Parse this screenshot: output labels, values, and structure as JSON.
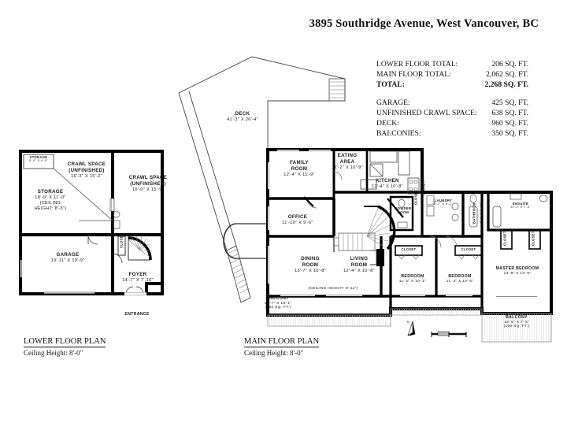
{
  "document": {
    "title": "3895 Southridge Avenue, West Vancouver, BC"
  },
  "area_summary": {
    "rows": [
      {
        "label": "LOWER FLOOR TOTAL:",
        "value": "206 SQ. FT.",
        "bold": false
      },
      {
        "label": "MAIN FLOOR TOTAL:",
        "value": "2,062 SQ. FT.",
        "bold": false
      },
      {
        "label": "TOTAL:",
        "value": "2,268 SQ. FT.",
        "bold": true
      },
      {
        "label": "GARAGE:",
        "value": "425 SQ. FT.",
        "bold": false
      },
      {
        "label": "UNFINISHED CRAWL SPACE:",
        "value": "638 SQ. FT.",
        "bold": false
      },
      {
        "label": "DECK:",
        "value": "960 SQ. FT.",
        "bold": false
      },
      {
        "label": "BALCONIES:",
        "value": "350 SQ. FT.",
        "bold": false
      }
    ]
  },
  "captions": {
    "lower": {
      "heading": "LOWER FLOOR PLAN",
      "sub": "Ceiling Height: 8'-0\""
    },
    "main": {
      "heading": "MAIN FLOOR PLAN",
      "sub": "Ceiling Height: 8'-0\""
    }
  },
  "lower_floor": {
    "rooms": [
      {
        "name": "STORAGE",
        "dim": "5'-0\" X 4'-0\""
      },
      {
        "name": "CRAWL SPACE",
        "sub": "(UNFINISHED)",
        "dim": "16'-3\" X 15'-2\""
      },
      {
        "name": "CRAWL SPACE",
        "sub": "(UNFINISHED)",
        "dim": "16'-0\" X 15'-9\""
      },
      {
        "name": "STORAGE",
        "dim": "18'-0\" X 11'-0\"",
        "note1": "(CEILING",
        "note2": "HEIGHT: 8'-3\")"
      },
      {
        "name": "GARAGE",
        "dim": "19'-11\" X 19'-9\""
      },
      {
        "name": "FOYER",
        "dim": "14'-7\" X 7'-10\""
      },
      {
        "name": "CLOSET",
        "dim": ""
      },
      {
        "name": "ENTRANCE",
        "dim": ""
      }
    ]
  },
  "main_floor": {
    "rooms": [
      {
        "name": "DECK",
        "dim": "41'-3\" X 26'-4\""
      },
      {
        "name": "FAMILY",
        "name2": "ROOM",
        "dim": "12'-4\" X 11'-9\""
      },
      {
        "name": "EATING",
        "name2": "AREA",
        "dim": "12'-2\" X 10'-9\""
      },
      {
        "name": "KITCHEN",
        "dim": "12'-4\" X 10'-8\""
      },
      {
        "name": "OFFICE",
        "dim": "11'-10\" X 9'-6\""
      },
      {
        "name": "DINING",
        "name2": "ROOM",
        "dim": "13'-7\" X 10'-8\""
      },
      {
        "name": "LIVING",
        "name2": "ROOM",
        "dim": "12'-4\" X 10'-8\""
      },
      {
        "name": "POWDER",
        "name2": "ROOM",
        "dim": ""
      },
      {
        "name": "LAUNDRY",
        "dim": "8'-7\" X 8'-1\""
      },
      {
        "name": "BATHROOM",
        "dim": "8'-7\" X 7'-10\""
      },
      {
        "name": "ENSUITE",
        "dim": "10'-2\" X 7'-0\""
      },
      {
        "name": "BEDROOM",
        "dim": "11'-2\" X 10'-1\""
      },
      {
        "name": "BEDROOM",
        "dim": "11'-3\" X 10'-5\""
      },
      {
        "name": "MASTER BEDROOM",
        "dim": "13'-9\" X 13'-5\""
      },
      {
        "name": "BALCONY",
        "dim": "32'-7\" X 18'-1\"",
        "area": "(250 SQ. FT.)"
      },
      {
        "name": "BALCONY",
        "dim": "13'-5\" X 7'-5\"",
        "area": "(100 SQ. FT.)"
      }
    ],
    "notes": [
      "(CEILING HEIGHT: 8'-11\")"
    ],
    "closets": [
      "CLOSET",
      "CLOSET",
      "CLOSET",
      "CLOSET",
      "CLOSET",
      "CLOSET"
    ]
  },
  "colors": {
    "wall": "#000000",
    "text": "#1a1a1a",
    "hatch": "#b8b8b8",
    "thin": "#555555"
  }
}
